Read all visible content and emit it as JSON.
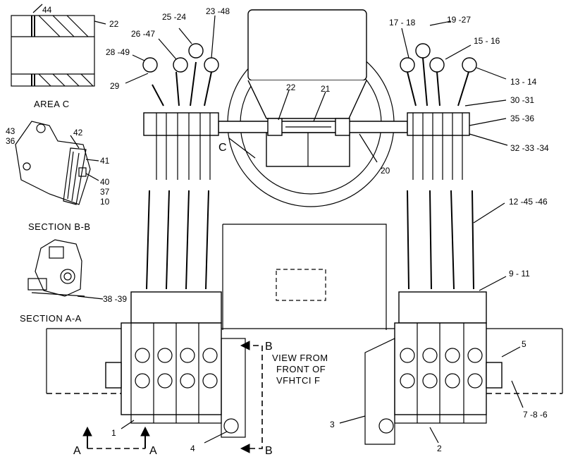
{
  "captions": {
    "area_c": "AREA C",
    "section_bb": "SECTION B-B",
    "section_aa": "SECTION A-A",
    "view_line1": "VIEW FROM",
    "view_line2": "FRONT OF",
    "view_line3": "VFHTCI F"
  },
  "section_marks": {
    "c": "C",
    "a_left": "A",
    "a_right": "A",
    "b_top": "B",
    "b_bottom": "B"
  },
  "callouts": {
    "c44": "44",
    "c22a": "22",
    "c43": "43",
    "c36": "36",
    "c42": "42",
    "c41": "41",
    "c40": "40",
    "c37": "37",
    "c10": "10",
    "c38_39": "38 -39",
    "c25_24": "25 -24",
    "c23_48": "23 -48",
    "c26_47": "26 -47",
    "c28_49": "28 -49",
    "c29": "29",
    "c22b": "22",
    "c21": "21",
    "c20": "20",
    "c17_18": "17 - 18",
    "c19_27": "19 -27",
    "c15_16": "15 - 16",
    "c13_14": "13 - 14",
    "c30_31": "30 -31",
    "c35_36": "35 -36",
    "c32_33_34": "32 -33 -34",
    "c12_45_46": "12 -45 -46",
    "c9_11": "9 - 11",
    "c5": "5",
    "c7_8_6": "7 -8 -6",
    "c1": "1",
    "c4": "4",
    "c3": "3",
    "c2": "2"
  }
}
